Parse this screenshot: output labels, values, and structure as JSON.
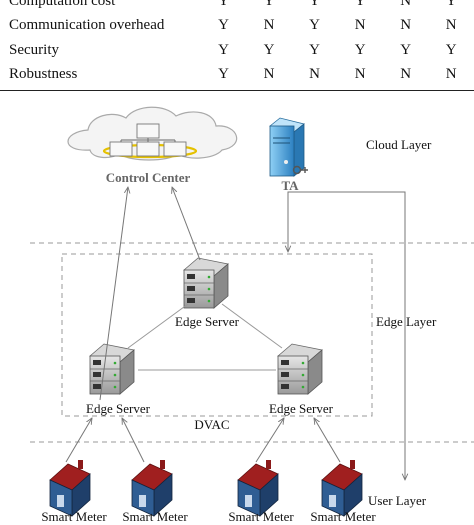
{
  "table": {
    "rows": [
      {
        "label": "Computation cost",
        "values": [
          "Y",
          "Y",
          "Y",
          "Y",
          "N",
          "Y"
        ]
      },
      {
        "label": "Communication overhead",
        "values": [
          "Y",
          "N",
          "Y",
          "N",
          "N",
          "N"
        ]
      },
      {
        "label": "Security",
        "values": [
          "Y",
          "Y",
          "Y",
          "Y",
          "Y",
          "Y"
        ]
      },
      {
        "label": "Robustness",
        "values": [
          "Y",
          "N",
          "N",
          "N",
          "N",
          "N"
        ]
      }
    ]
  },
  "diagram": {
    "cloud_layer": "Cloud Layer",
    "edge_layer": "Edge Layer",
    "user_layer": "User Layer",
    "control_center": "Control Center",
    "ta": "TA",
    "dvac": "DVAC",
    "edge_servers": [
      "Edge Server",
      "Edge Server",
      "Edge Server"
    ],
    "smart_meters": [
      "Smart Meter",
      "Smart Meter",
      "Smart Meter",
      "Smart Meter"
    ]
  },
  "colors": {
    "house_roof": "#a01f1f",
    "house_wall": "#2f5d93",
    "server_gray": "#b9b9b9",
    "ta_blue": "#4fa3d9",
    "dashed_line": "#999999",
    "arrow": "#777777"
  }
}
